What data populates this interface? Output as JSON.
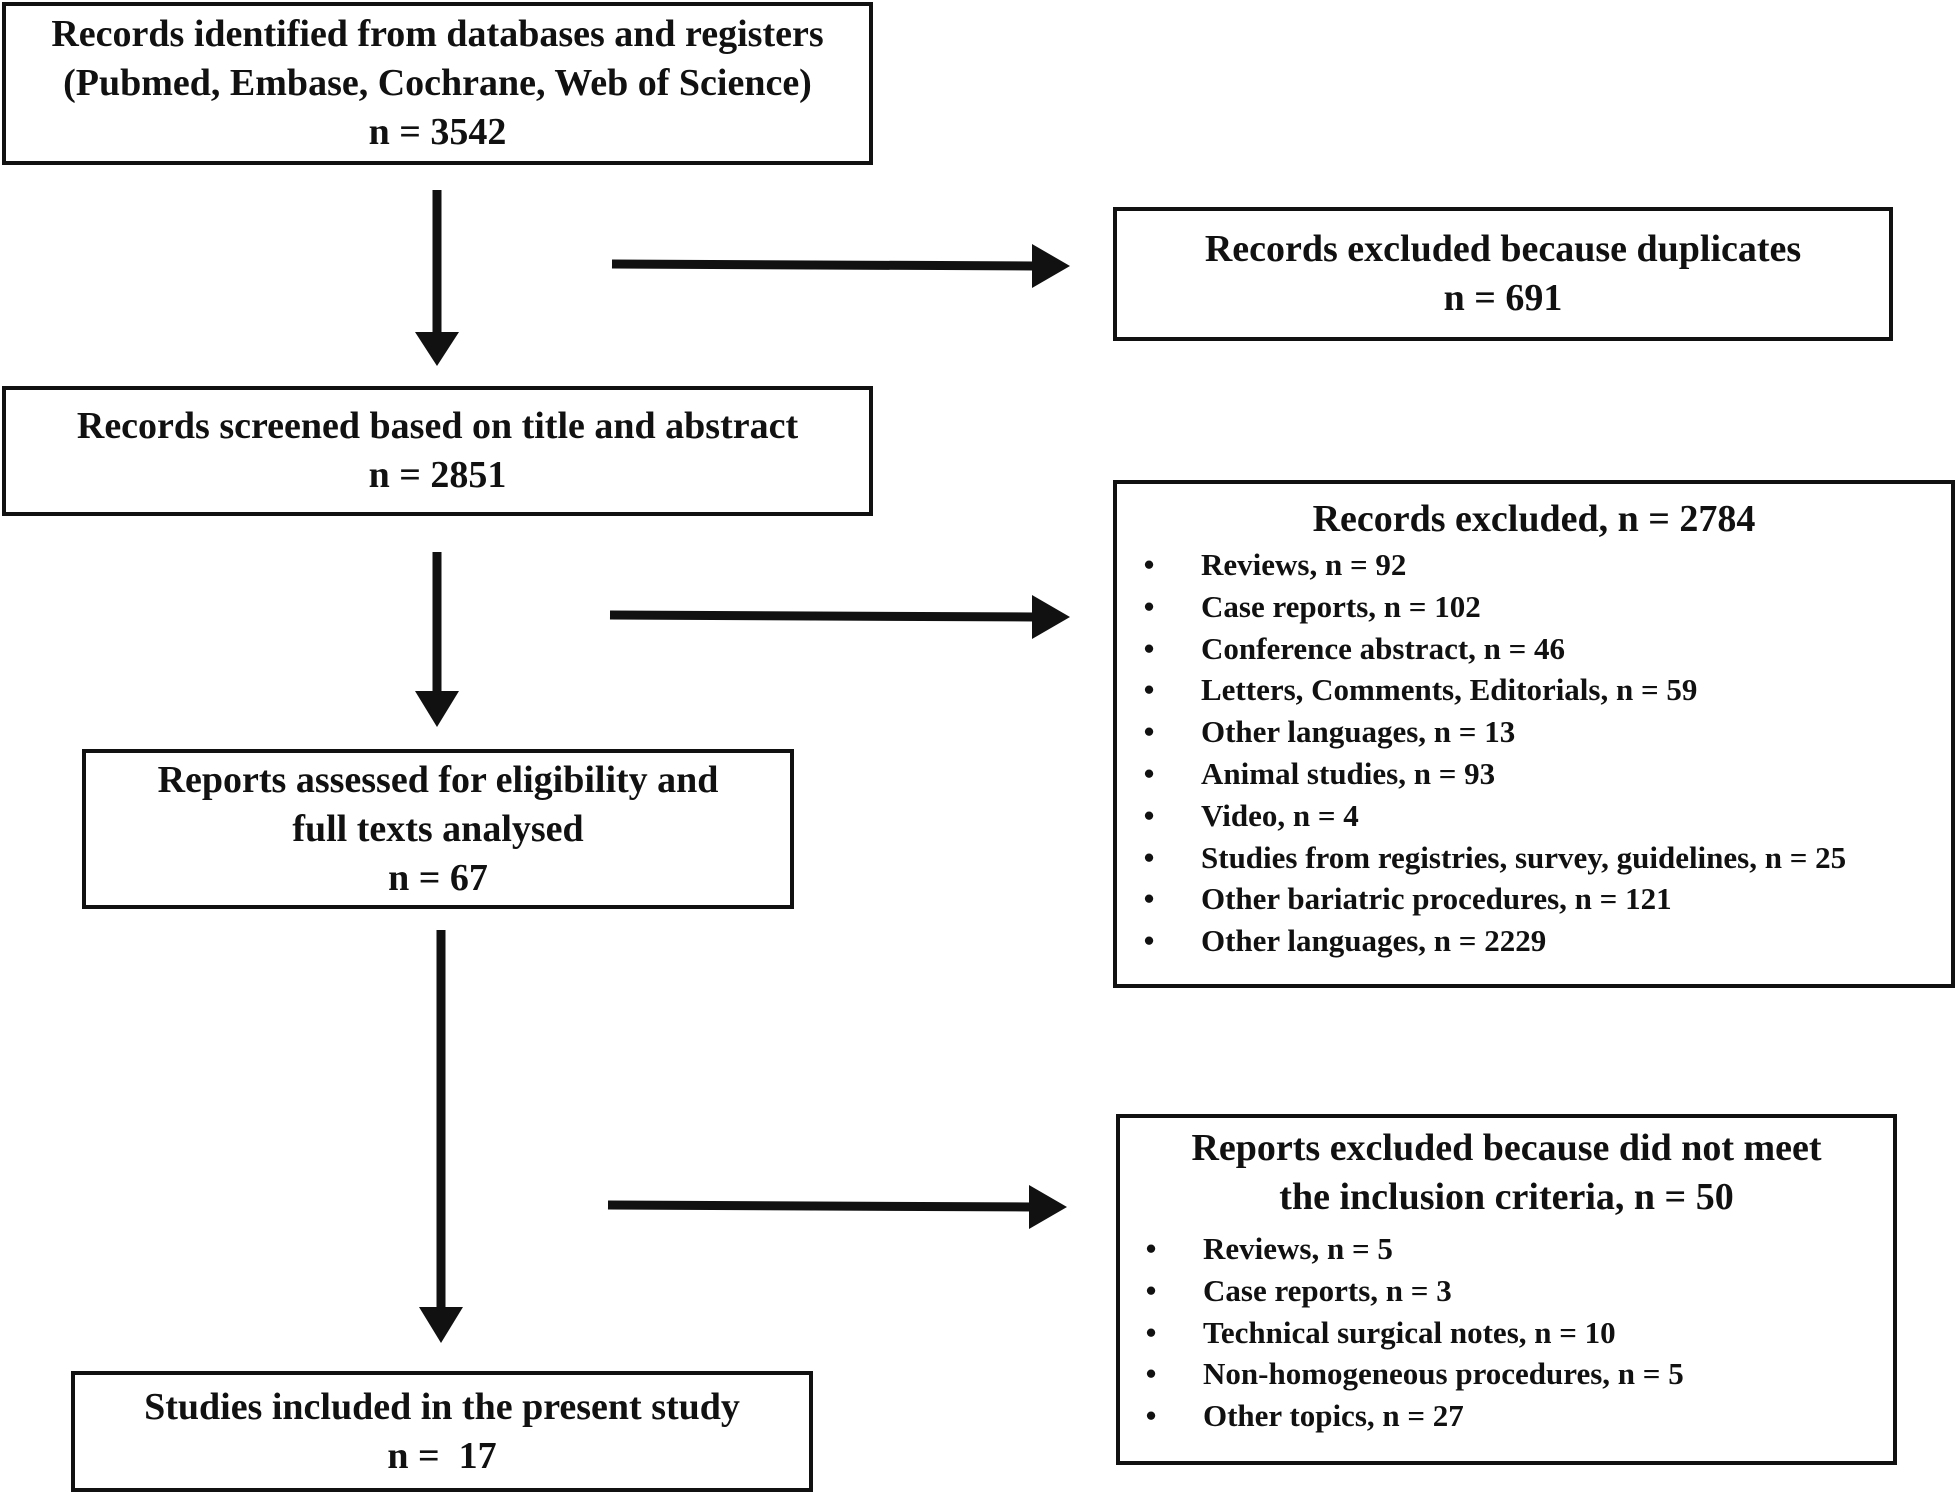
{
  "flow": {
    "identified": {
      "line1": "Records identified from databases and registers",
      "line2": "(Pubmed, Embase, Cochrane, Web of Science)",
      "n": "n = 3542"
    },
    "duplicates": {
      "line1": "Records excluded because duplicates",
      "n": "n = 691"
    },
    "screened": {
      "line1": "Records screened based on title and abstract",
      "n": "n = 2851"
    },
    "excluded_screen": {
      "title": "Records excluded, n = 2784",
      "items": [
        "Reviews, n = 92",
        "Case reports, n = 102",
        "Conference abstract, n = 46",
        "Letters, Comments, Editorials, n = 59",
        "Other languages, n = 13",
        "Animal studies, n = 93",
        "Video, n = 4",
        "Studies from registries, survey, guidelines, n = 25",
        "Other bariatric procedures, n = 121",
        "Other languages, n = 2229"
      ]
    },
    "assessed": {
      "line1": "Reports assessed for eligibility and",
      "line2": "full texts analysed",
      "n": "n = 67"
    },
    "excluded_full": {
      "title1": "Reports excluded because did not meet",
      "title2": "the inclusion criteria, n = 50",
      "items": [
        "Reviews, n = 5",
        "Case reports, n = 3",
        "Technical surgical notes, n = 10",
        "Non-homogeneous procedures, n = 5",
        "Other topics, n = 27"
      ]
    },
    "included": {
      "line1": "Studies included in the present study",
      "n": "n =  17"
    }
  },
  "bullet_glyph": "•",
  "colors": {
    "stroke": "#111111",
    "background": "#ffffff"
  }
}
